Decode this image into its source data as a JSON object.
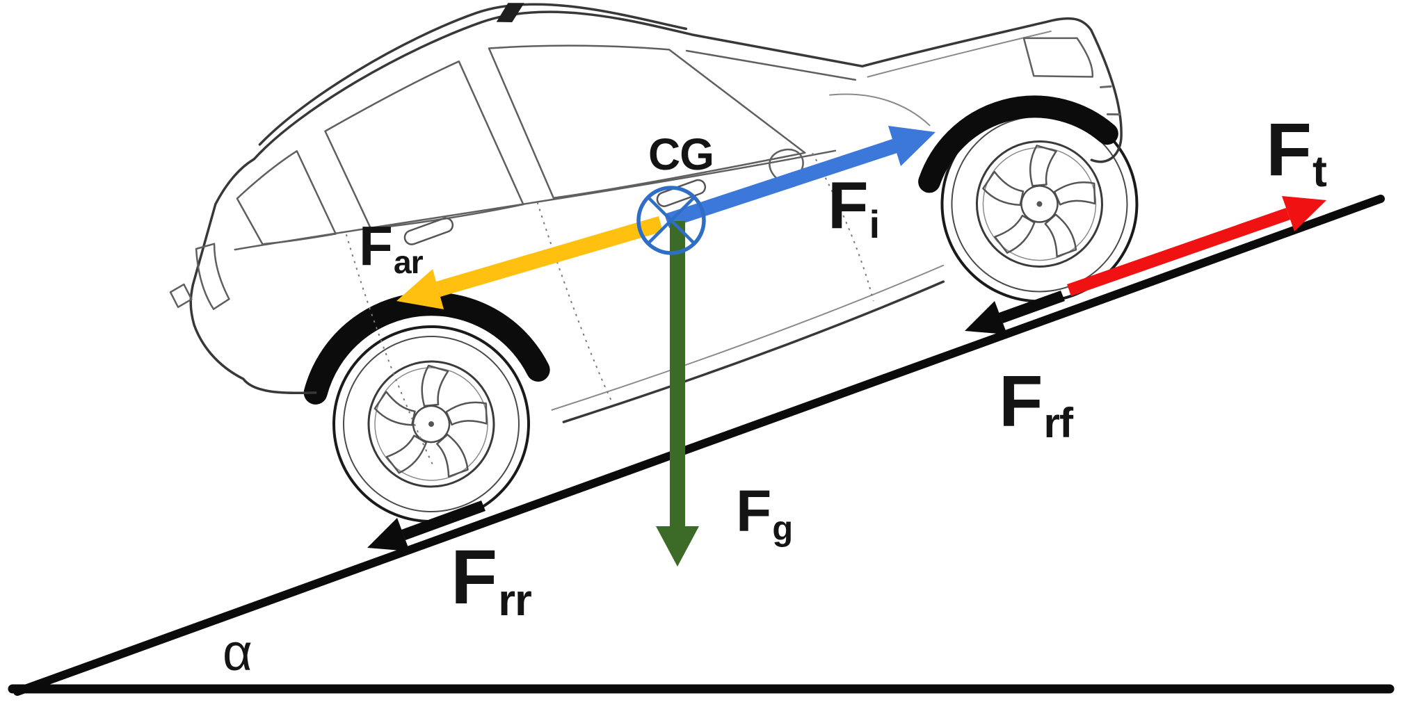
{
  "figure": {
    "description": "Free-body diagram of a car driving up an inclined road",
    "background": "#ffffff"
  },
  "incline": {
    "angle_label": "α",
    "line_color": "#0b0b0b"
  },
  "cg": {
    "label": "CG",
    "color": "#2e6ec6"
  },
  "forces": {
    "fi": {
      "main": "F",
      "sub": "i",
      "color": "#3c78d9",
      "direction": "up-slope forward from CG"
    },
    "far": {
      "main": "F",
      "sub": "ar",
      "color": "#ffc010",
      "direction": "down-slope backward from CG"
    },
    "fg": {
      "main": "F",
      "sub": "g",
      "color": "#3c6b28",
      "direction": "vertically down from CG"
    },
    "ft": {
      "main": "F",
      "sub": "t",
      "color": "#f01212",
      "direction": "up-slope along road at front wheel"
    },
    "frf": {
      "main": "F",
      "sub": "rf",
      "color": "#0b0b0b",
      "direction": "down-slope at front wheel"
    },
    "frr": {
      "main": "F",
      "sub": "rr",
      "color": "#0b0b0b",
      "direction": "down-slope at rear wheel"
    }
  }
}
